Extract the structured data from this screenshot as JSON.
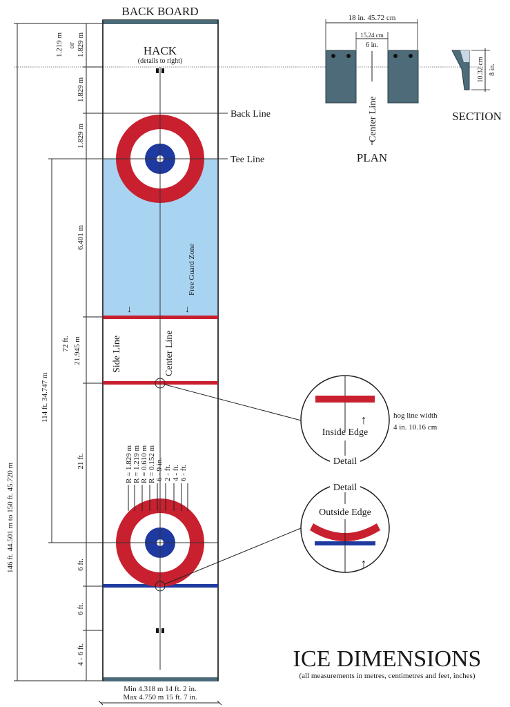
{
  "sheet": {
    "back_board_label": "BACK BOARD",
    "hack_label": "HACK",
    "hack_note": "(details to right)",
    "back_line_label": "Back Line",
    "tee_line_label": "Tee Line",
    "free_guard_zone_label": "Free Guard Zone",
    "side_line_label": "Side Line",
    "center_line_label": "Center Line",
    "width_min": "Min 4.318 m 14 ft. 2 in.",
    "width_max": "Max 4.750 m 15 ft. 7 in."
  },
  "left_dimensions": {
    "total": "146 ft. 44.501 m  to 150 ft. 45.720 m",
    "tee_to_tee": "114 ft.   34.747 m",
    "hog_to_hog_ft": "72 ft.",
    "hog_to_hog_m": "21.945 m",
    "seg_hack_1": "1.219 m",
    "seg_hack_or": "or",
    "seg_hack_2": "1.829 m",
    "seg_hack_to_back": "1.829 m",
    "seg_back_to_tee": "1.829 m",
    "seg_tee_to_hog": "6.401 m",
    "seg_hog_to_tee_ft": "21 ft.",
    "seg_tee_to_back_ft": "6 ft.",
    "seg_back_to_hack_ft": "6 ft.",
    "seg_hack_to_board_ft": "4 - 6 ft."
  },
  "radii": [
    "R = 1.829 m",
    "R = 1.219 m",
    "R = 0.610 m",
    "R = 0.152 m",
    "6 - 9 in.",
    "2 - ft.",
    "4 - ft.",
    "6 - ft."
  ],
  "plan": {
    "width_label": "18 in. 45.72 cm",
    "gap_cm": "15.24 cm",
    "gap_in": "6 in.",
    "center_line_label": "Center Line",
    "title": "PLAN"
  },
  "section": {
    "height_cm": "10.32 cm",
    "height_in": "8 in.",
    "title": "SECTION"
  },
  "detail_inside": {
    "edge_label": "Inside Edge",
    "detail_label": "Detail",
    "hog_note_1": "hog line width",
    "hog_note_2": "4 in. 10.16 cm"
  },
  "detail_outside": {
    "detail_label": "Detail",
    "edge_label": "Outside Edge"
  },
  "footer": {
    "title": "ICE DIMENSIONS",
    "subtitle": "(all measurements in metres, centimetres and feet, inches)"
  },
  "colors": {
    "red": "#c8202f",
    "blue": "#1e3aa0",
    "ice_blue": "#a8d4f2",
    "board": "#4a6a78",
    "hack_block": "#4d6b79"
  }
}
